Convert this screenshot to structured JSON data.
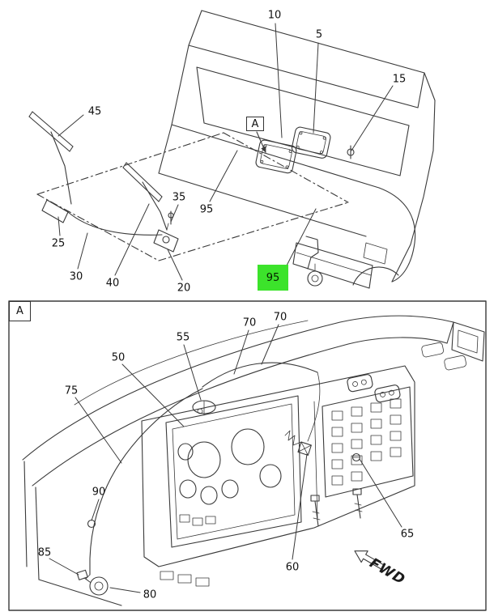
{
  "diagram": {
    "kind": "exploded-parts-diagram",
    "line_color": "#3a3a3a",
    "highlight_color": "#3ce32b",
    "detail_marker": "A",
    "fwd_label": "FWD",
    "callouts": {
      "c10": "10",
      "c5": "5",
      "c15": "15",
      "c45": "45",
      "c95_plain": "95",
      "c25": "25",
      "c30": "30",
      "c40": "40",
      "c35": "35",
      "c20": "20",
      "c95_highlight": "95",
      "c55": "55",
      "c70_left": "70",
      "c70_right": "70",
      "c50": "50",
      "c75": "75",
      "c90": "90",
      "c85": "85",
      "c80": "80",
      "c60": "60",
      "c65": "65"
    }
  }
}
